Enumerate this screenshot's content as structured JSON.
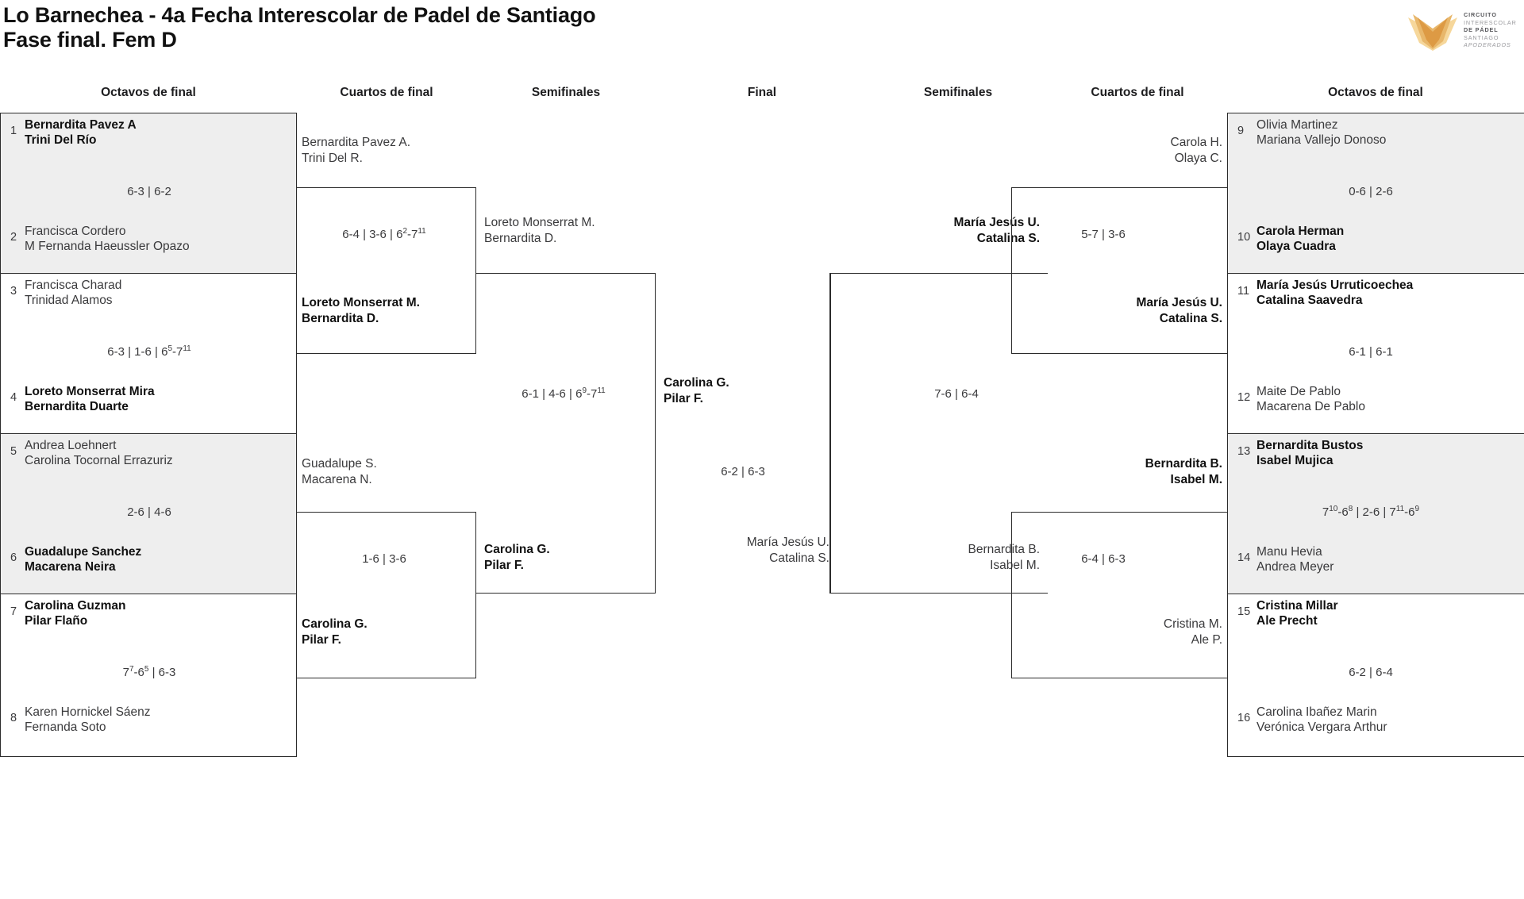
{
  "header": {
    "title_line1": "Lo Barnechea - 4a Fecha Interescolar de Padel de Santiago",
    "title_line2": "Fase final. Fem D"
  },
  "logo": {
    "line1": "CIRCUITO",
    "line2": "INTERESCOLAR",
    "line3": "DE PÁDEL",
    "line4": "SANTIAGO",
    "line5": "APODERADOS",
    "color_dark": "#e0a45a",
    "color_light": "#f6d79b"
  },
  "columns": {
    "left_r16": "Octavos de final",
    "left_qf": "Cuartos de final",
    "left_sf": "Semifinales",
    "final": "Final",
    "right_sf": "Semifinales",
    "right_qf": "Cuartos de final",
    "right_r16": "Octavos de final"
  },
  "left_r16": [
    {
      "seed_a": "1",
      "team_a1": "Bernardita Pavez A",
      "team_a2": "Trini Del Río",
      "a_win": true,
      "score": "6-3 | 6-2",
      "seed_b": "2",
      "team_b1": "Francisca Cordero",
      "team_b2": "M Fernanda Haeussler Opazo",
      "b_win": false,
      "shaded": true
    },
    {
      "seed_a": "3",
      "team_a1": "Francisca Charad",
      "team_a2": "Trinidad Alamos",
      "a_win": false,
      "score": "6-3 | 1-6 | 6<sup>5</sup>-7<sup>11</sup>",
      "seed_b": "4",
      "team_b1": "Loreto Monserrat Mira",
      "team_b2": "Bernardita Duarte",
      "b_win": true,
      "shaded": false
    },
    {
      "seed_a": "5",
      "team_a1": "Andrea Loehnert",
      "team_a2": "Carolina Tocornal Errazuriz",
      "a_win": false,
      "score": "2-6 | 4-6",
      "seed_b": "6",
      "team_b1": "Guadalupe Sanchez",
      "team_b2": "Macarena Neira",
      "b_win": true,
      "shaded": true
    },
    {
      "seed_a": "7",
      "team_a1": "Carolina Guzman",
      "team_a2": "Pilar Flaño",
      "a_win": true,
      "score": "7<sup>7</sup>-6<sup>5</sup> | 6-3",
      "seed_b": "8",
      "team_b1": "Karen Hornickel Sáenz",
      "team_b2": "Fernanda Soto",
      "b_win": false,
      "shaded": false
    }
  ],
  "right_r16": [
    {
      "seed_a": "9",
      "team_a1": "Olivia Martinez",
      "team_a2": "Mariana Vallejo Donoso",
      "a_win": false,
      "score": "0-6 | 2-6",
      "seed_b": "10",
      "team_b1": "Carola Herman",
      "team_b2": "Olaya Cuadra",
      "b_win": true,
      "shaded": true
    },
    {
      "seed_a": "11",
      "team_a1": "María Jesús Urruticoechea",
      "team_a2": "Catalina Saavedra",
      "a_win": true,
      "score": "6-1 | 6-1",
      "seed_b": "12",
      "team_b1": "Maite De Pablo",
      "team_b2": "Macarena De Pablo",
      "b_win": false,
      "shaded": false
    },
    {
      "seed_a": "13",
      "team_a1": "Bernardita Bustos",
      "team_a2": "Isabel Mujica",
      "a_win": true,
      "score": "7<sup>10</sup>-6<sup>8</sup> | 2-6 | 7<sup>11</sup>-6<sup>9</sup>",
      "seed_b": "14",
      "team_b1": "Manu Hevia",
      "team_b2": "Andrea Meyer",
      "b_win": false,
      "shaded": true
    },
    {
      "seed_a": "15",
      "team_a1": "Cristina Millar",
      "team_a2": "Ale Precht",
      "a_win": true,
      "score": "6-2 | 6-4",
      "seed_b": "16",
      "team_b1": "Carolina Ibañez Marin",
      "team_b2": "Verónica Vergara Arthur",
      "b_win": false,
      "shaded": false
    }
  ],
  "left_qf": [
    {
      "team_a1": "Bernardita Pavez A.",
      "team_a2": "Trini Del R.",
      "a_win": false,
      "score": "6-4 | 3-6 | 6<sup>2</sup>-7<sup>11</sup>",
      "team_b1": "Loreto Monserrat M.",
      "team_b2": "Bernardita D.",
      "b_win": true
    },
    {
      "team_a1": "Guadalupe S.",
      "team_a2": "Macarena N.",
      "a_win": false,
      "score": "1-6 | 3-6",
      "team_b1": "Carolina G.",
      "team_b2": "Pilar F.",
      "b_win": true
    }
  ],
  "right_qf": [
    {
      "team_a1": "Carola H.",
      "team_a2": "Olaya C.",
      "a_win": false,
      "score": "5-7 | 3-6",
      "team_b1": "María Jesús U.",
      "team_b2": "Catalina S.",
      "b_win": true
    },
    {
      "team_a1": "Bernardita B.",
      "team_a2": "Isabel M.",
      "a_win": true,
      "score": "6-4 | 6-3",
      "team_b1": "Cristina M.",
      "team_b2": "Ale P.",
      "b_win": false
    }
  ],
  "left_sf": {
    "team_a1": "Loreto Monserrat M.",
    "team_a2": "Bernardita D.",
    "a_win": false,
    "score": "6-1 | 4-6 | 6<sup>9</sup>-7<sup>11</sup>",
    "team_b1": "Carolina G.",
    "team_b2": "Pilar F.",
    "b_win": true
  },
  "right_sf": {
    "team_a1": "María Jesús U.",
    "team_a2": "Catalina S.",
    "a_win": true,
    "score": "7-6 | 6-4",
    "team_b1": "Bernardita B.",
    "team_b2": "Isabel M.",
    "b_win": false
  },
  "final": {
    "team_a1": "Carolina G.",
    "team_a2": "Pilar F.",
    "a_win": true,
    "score": "6-2 | 6-3",
    "team_b1": "María Jesús U.",
    "team_b2": "Catalina S.",
    "b_win": false
  }
}
